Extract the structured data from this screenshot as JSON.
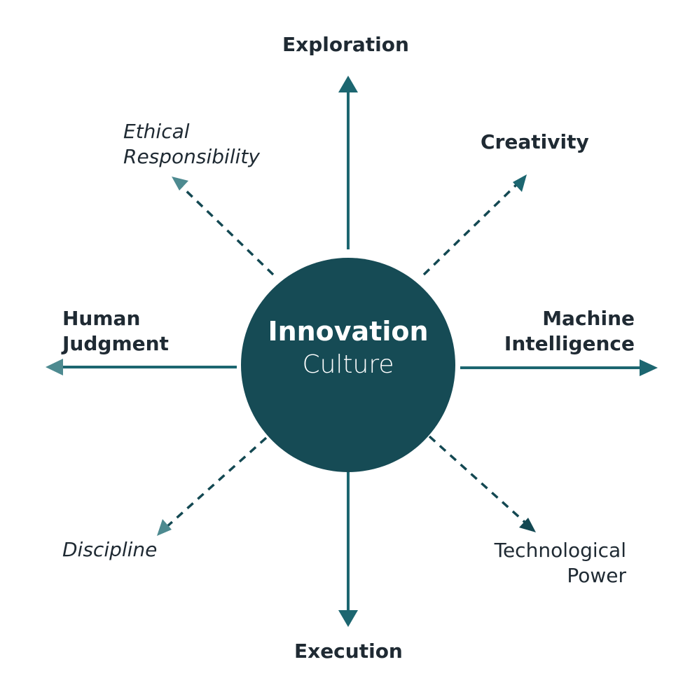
{
  "colors": {
    "circle_fill": "#164b55",
    "arrow_solid": "#1c6670",
    "arrow_dashed": "#134852",
    "arrow_head_light": "#4d8a90",
    "text": "#1f2a33",
    "center_text": "#ffffff"
  },
  "center": {
    "title": "Innovation",
    "subtitle": "Culture"
  },
  "axes": {
    "top": {
      "label": "Exploration",
      "style": "solid"
    },
    "bottom": {
      "label": "Execution",
      "style": "solid"
    },
    "left": {
      "label_line1": "Human",
      "label_line2": "Judgment",
      "style": "solid"
    },
    "right": {
      "label_line1": "Machine",
      "label_line2": "Intelligence",
      "style": "solid"
    },
    "top_left": {
      "label_line1": "Ethical",
      "label_line2": "Responsibility",
      "style": "dashed"
    },
    "top_right": {
      "label": "Creativity",
      "style": "dashed"
    },
    "bottom_left": {
      "label": "Discipline",
      "style": "dashed"
    },
    "bottom_right": {
      "label_line1": "Technological",
      "label_line2": "Power",
      "style": "dashed"
    }
  }
}
